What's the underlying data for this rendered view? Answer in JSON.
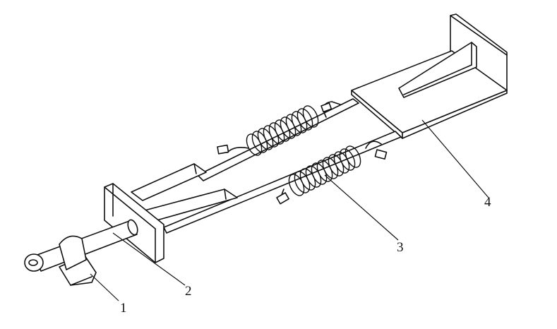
{
  "diagram": {
    "labels": [
      {
        "id": "1",
        "text": "1"
      },
      {
        "id": "2",
        "text": "2"
      },
      {
        "id": "3",
        "text": "3"
      },
      {
        "id": "4",
        "text": "4"
      }
    ]
  }
}
